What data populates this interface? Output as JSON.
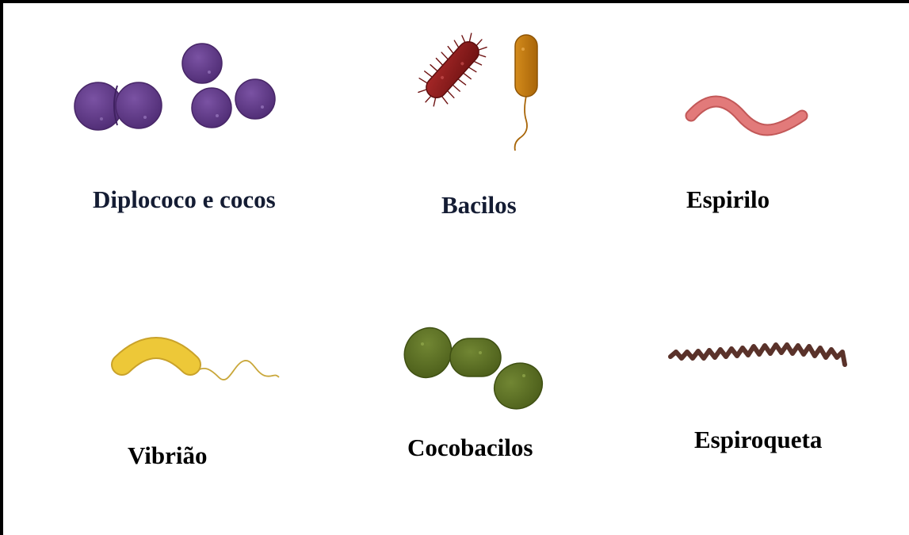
{
  "labels": {
    "diplococo": "Diplococo e cocos",
    "bacilos": "Bacilos",
    "espirilo": "Espirilo",
    "vibriao": "Vibrião",
    "cocobacilos": "Cocobacilos",
    "espiroqueta": "Espiroqueta"
  },
  "colors": {
    "cocci": "#5e3885",
    "bacillus_red": "#8a1c1c",
    "bacillus_orange": "#c07a12",
    "spirillum": "#e07373",
    "vibrio": "#ecc536",
    "coccobacilli": "#5b6e22",
    "spirochete": "#5a322a",
    "label_dark": "#141c33"
  }
}
